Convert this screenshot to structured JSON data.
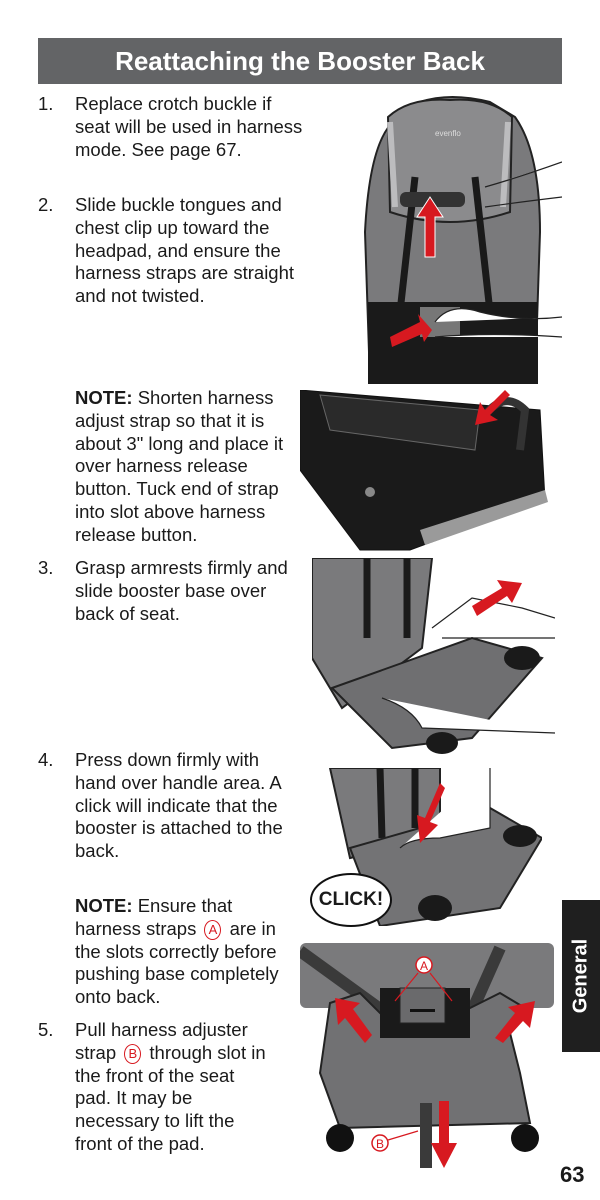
{
  "title": "Reattaching the Booster Back",
  "steps": [
    {
      "num": "1.",
      "text": "Replace crotch buckle if seat will be used in harness mode. See page 67."
    },
    {
      "num": "2.",
      "text": "Slide buckle tongues and chest clip up toward the headpad, and ensure the harness straps are straight and not twisted."
    },
    {
      "num": "3.",
      "text": "Grasp armrests firmly and slide booster base over back of seat."
    },
    {
      "num": "4.",
      "text": "Press down firmly with hand over handle area. A click will indicate that the booster is attached to the back."
    },
    {
      "num": "5.",
      "text_before": "Pull harness adjuster strap",
      "marker": "B",
      "text_after": "through slot in the front of the seat pad. It may be necessary to lift the front of the pad."
    }
  ],
  "notes": [
    {
      "label": "NOTE:",
      "text": "Shorten harness adjust strap so that it is about 3\" long and place it over harness release button. Tuck end of strap into slot above harness release button."
    },
    {
      "label": "NOTE:",
      "text_before": "Ensure that harness straps",
      "marker": "A",
      "text_after": "are in the slots correctly before pushing base completely onto back."
    }
  ],
  "illustrations": {
    "brand": "evenflo",
    "click_callout": "CLICK!",
    "label_a": "A",
    "label_b": "B"
  },
  "section_tab": "General",
  "page_number": "63",
  "colors": {
    "header": "#636466",
    "accent": "#d71920",
    "tab": "#1f1f1f"
  }
}
